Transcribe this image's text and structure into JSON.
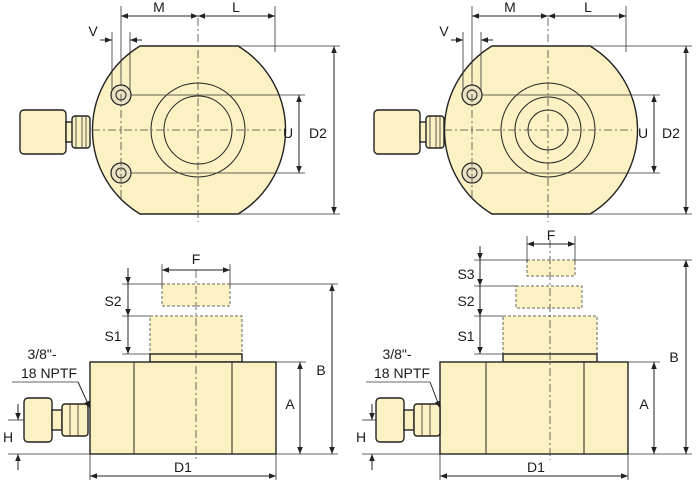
{
  "views": {
    "top_left": {
      "labels": {
        "v": "V",
        "m": "M",
        "l": "L",
        "u": "U",
        "d2": "D2"
      }
    },
    "top_right": {
      "labels": {
        "v": "V",
        "m": "M",
        "l": "L",
        "u": "U",
        "d2": "D2"
      }
    },
    "side_left": {
      "labels": {
        "f": "F",
        "s2": "S2",
        "s1": "S1",
        "port": "3/8\"-",
        "port_thread": "18 NPTF",
        "a": "A",
        "b": "B",
        "h": "H",
        "d1": "D1"
      }
    },
    "side_right": {
      "labels": {
        "f": "F",
        "s3": "S3",
        "s2": "S2",
        "s1": "S1",
        "port": "3/8\"-",
        "port_thread": "18 NPTF",
        "a": "A",
        "b": "B",
        "h": "H",
        "d1": "D1"
      }
    }
  },
  "colors": {
    "body": "#fbf1c3",
    "outline": "#222222"
  },
  "icons": {
    "arrow": "arrowhead",
    "coupler": "hydraulic-coupler-icon"
  }
}
